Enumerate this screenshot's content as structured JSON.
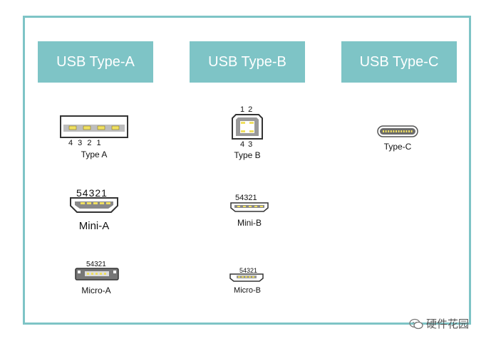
{
  "headers": {
    "type_a": "USB Type-A",
    "type_b": "USB Type-B",
    "type_c": "USB Type-C"
  },
  "connectors": {
    "type_a": {
      "pins": "4   3   2   1",
      "label": "Type A"
    },
    "mini_a": {
      "pins": "54321",
      "label": "Mini-A"
    },
    "micro_a": {
      "pins": "54321",
      "label": "Micro-A"
    },
    "type_b": {
      "pins_top": "1  2",
      "pins_bottom": "4  3",
      "label": "Type B"
    },
    "mini_b": {
      "pins": "54321",
      "label": "Mini-B"
    },
    "micro_b": {
      "pins": "54321",
      "label": "Micro-B"
    },
    "type_c": {
      "label": "Type-C"
    }
  },
  "watermark": {
    "text": "硬件花园"
  },
  "colors": {
    "accent": "#7ec4c6",
    "pin": "#f0e060",
    "shell": "#6b6b6b"
  }
}
